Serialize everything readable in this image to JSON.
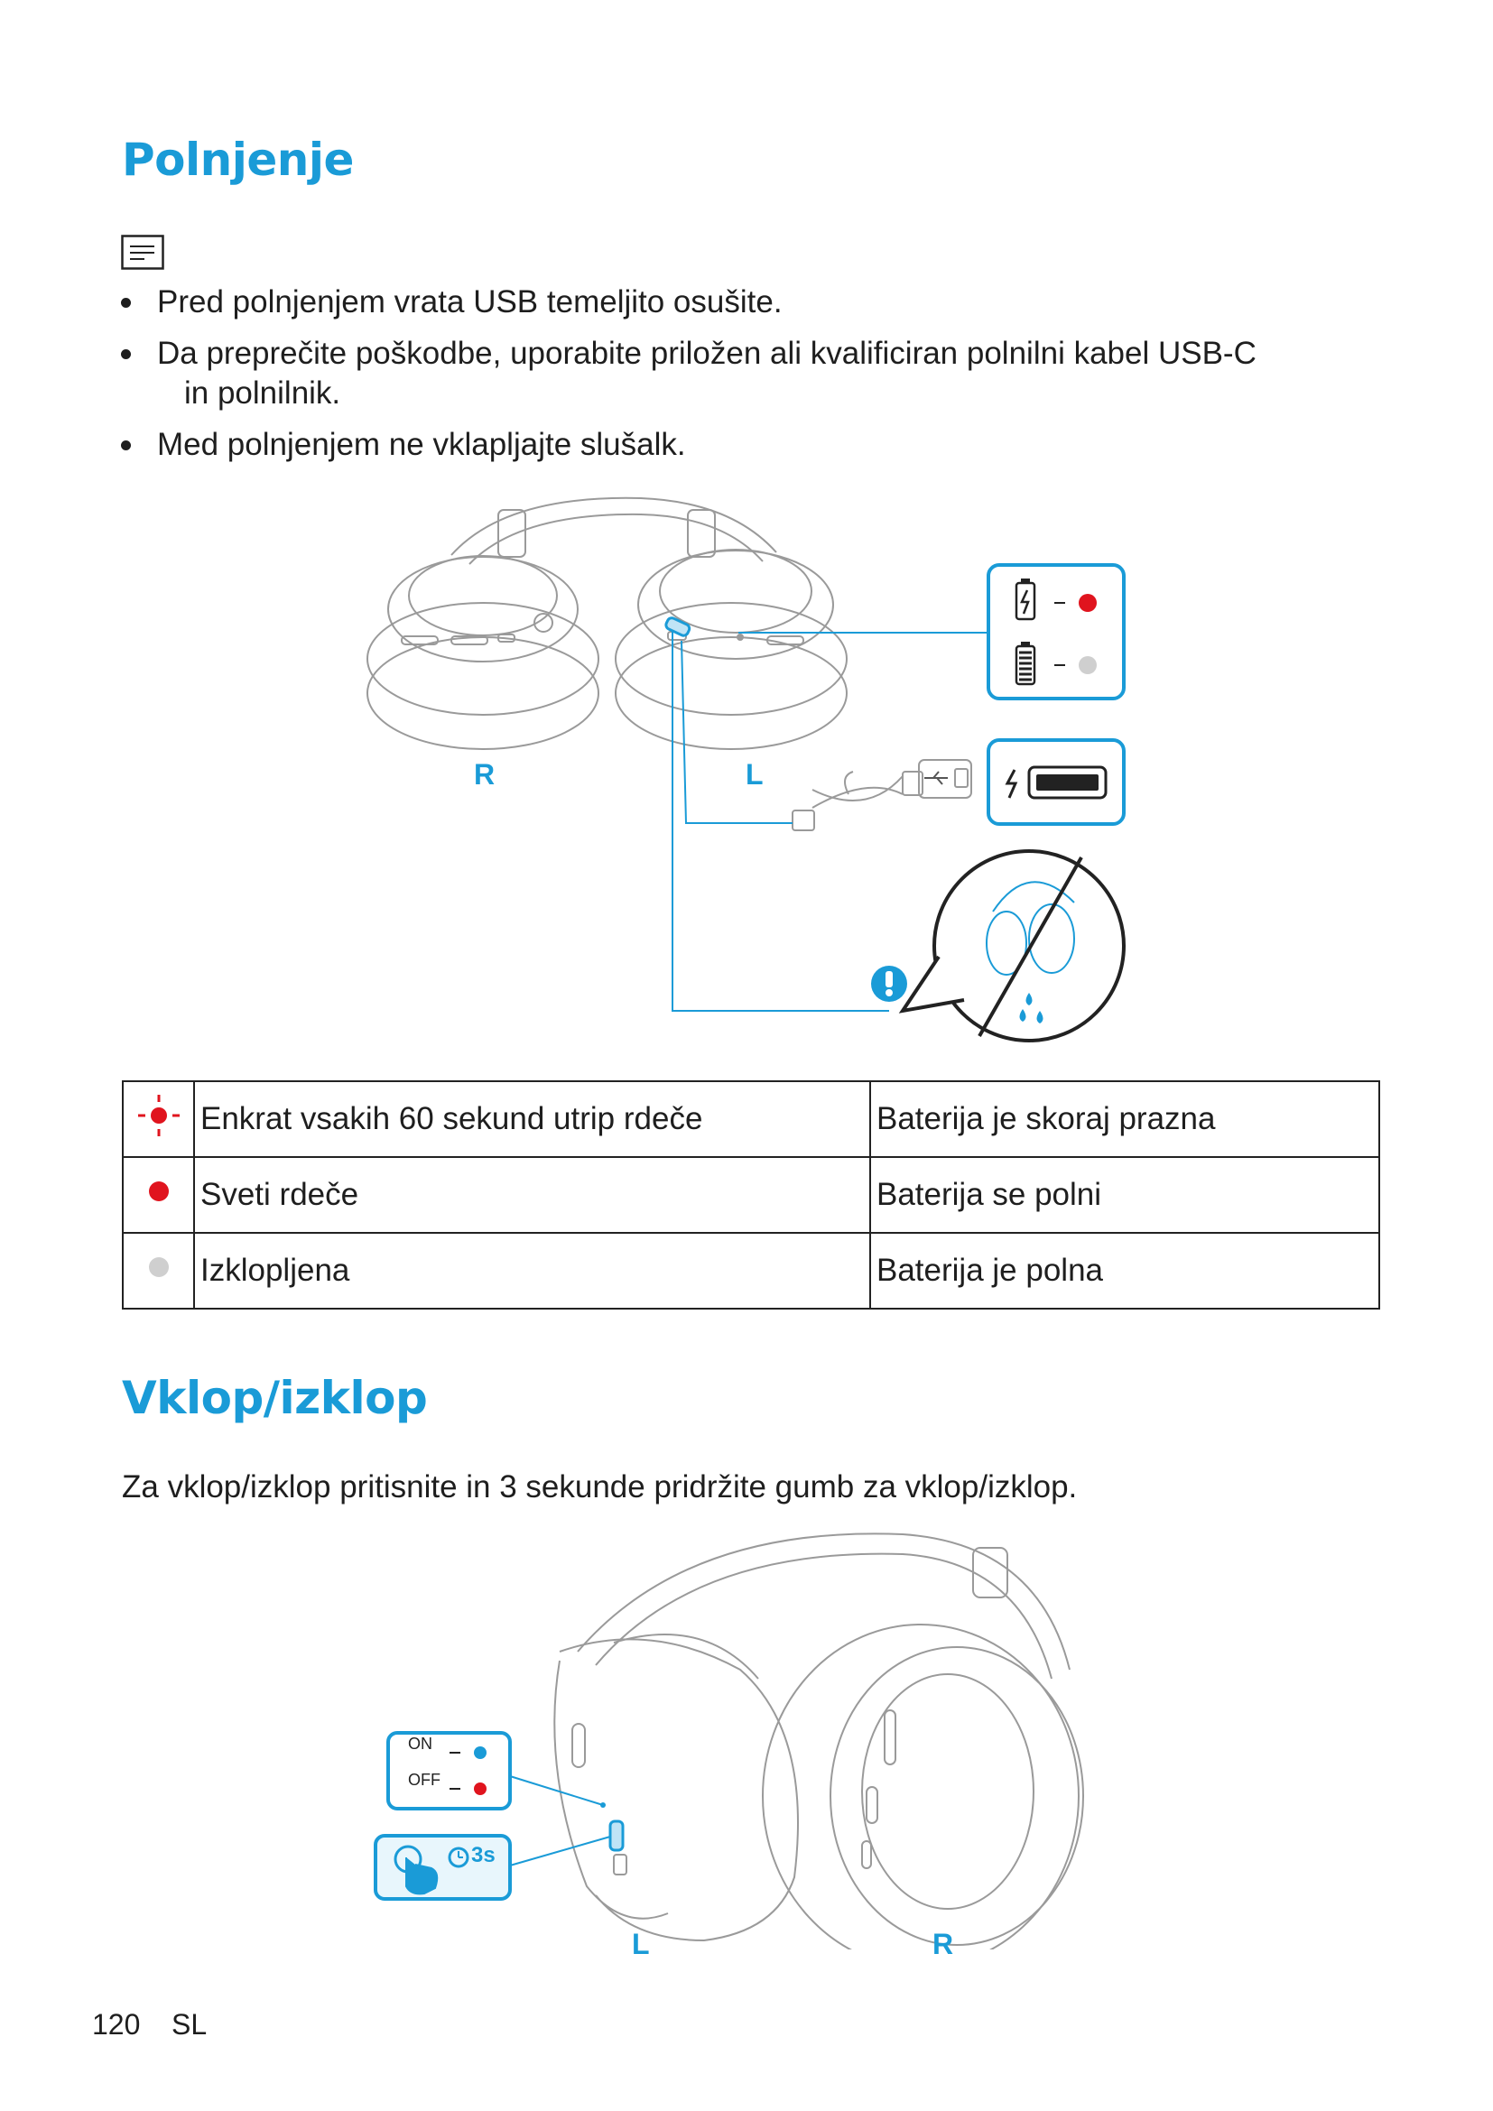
{
  "section1": {
    "title": "Polnjenje",
    "notes": [
      {
        "line1": "Pred polnjenjem vrata USB temeljito osušite.",
        "line2": ""
      },
      {
        "line1": "Da preprečite poškodbe, uporabite priložen ali kvalificiran polnilni kabel USB-C",
        "line2": "in polnilnik."
      },
      {
        "line1": "Med polnjenjem ne vklapljajte slušalk.",
        "line2": ""
      }
    ],
    "diagram": {
      "label_right": "R",
      "label_left": "L"
    },
    "table": [
      {
        "status": "Enkrat vsakih 60 sekund utrip rdeče",
        "meaning": "Baterija je skoraj prazna",
        "indicator_color": "#e0141e",
        "icon": "red-blink-icon"
      },
      {
        "status": "Sveti rdeče",
        "meaning": "Baterija se polni",
        "indicator_color": "#e0141e",
        "icon": "red-dot-icon"
      },
      {
        "status": "Izklopljena",
        "meaning": "Baterija je polna",
        "indicator_color": "#cfcfcf",
        "icon": "grey-dot-icon"
      }
    ]
  },
  "section2": {
    "title": "Vklop/izklop",
    "instruction": "Za vklop/izklop pritisnite in 3 sekunde pridržite gumb za vklop/izklop.",
    "diagram": {
      "on_label": "ON",
      "off_label": "OFF",
      "hold_time": "3s",
      "label_left": "L",
      "label_right": "R",
      "on_color": "#1a9bd7",
      "off_color": "#e0141e"
    }
  },
  "footer": {
    "page_number": "120",
    "language": "SL"
  },
  "colors": {
    "accent": "#1a9bd7",
    "red": "#e0141e",
    "grey": "#cfcfcf"
  }
}
